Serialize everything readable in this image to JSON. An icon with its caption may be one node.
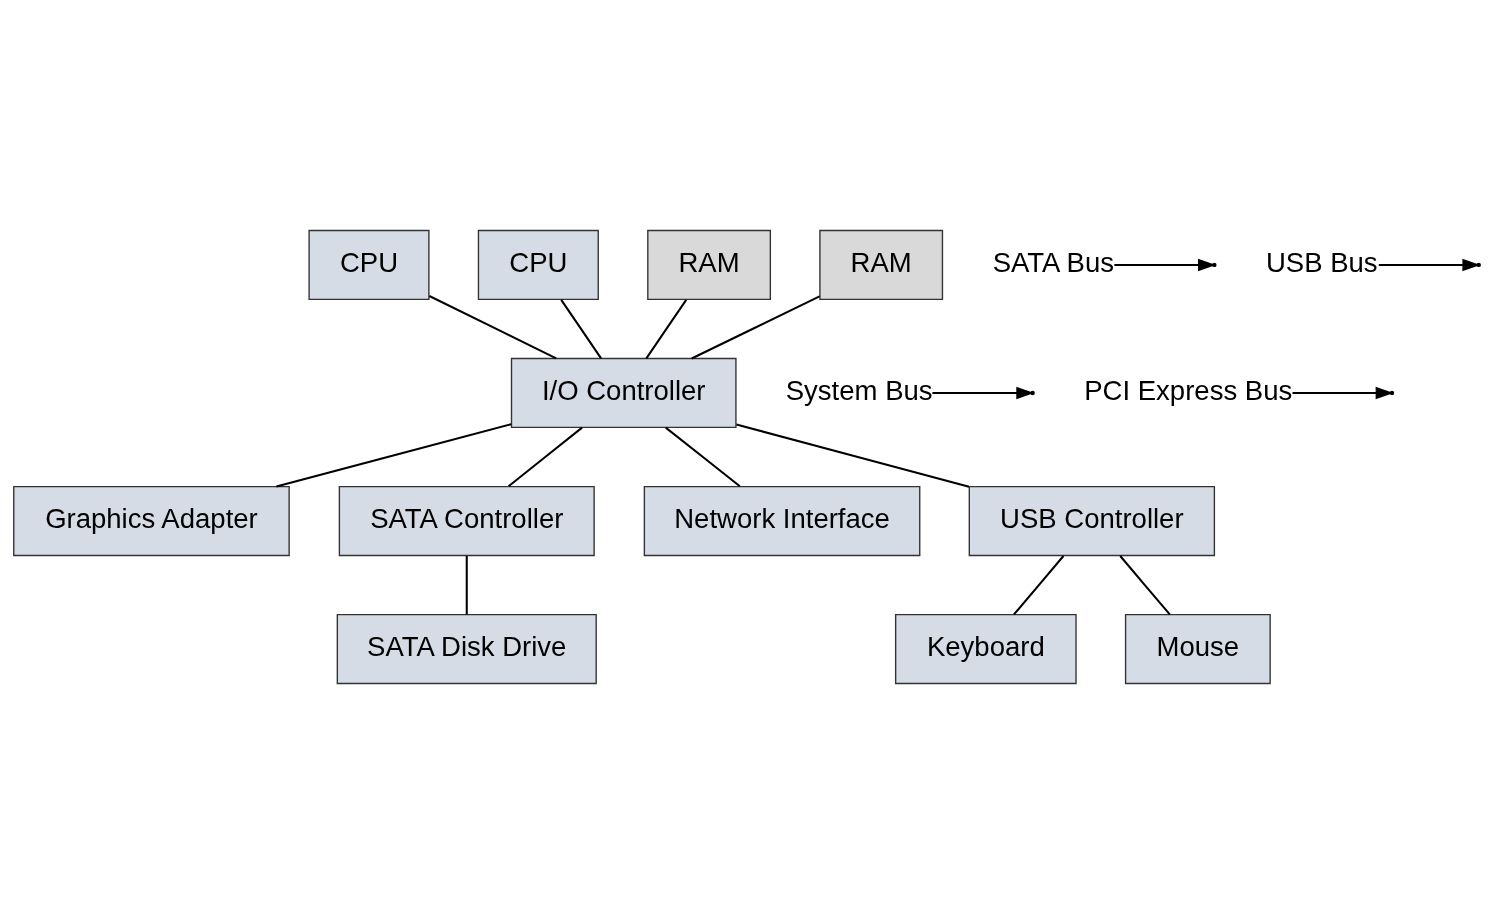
{
  "diagram": {
    "nodes": [
      {
        "text": [
          "CPU"
        ]
      },
      {
        "text": [
          "CPU"
        ]
      },
      {
        "text": [
          "RAM"
        ]
      },
      {
        "text": [
          "RAM"
        ]
      },
      {
        "text": [
          "I/O Controller"
        ]
      },
      {
        "text": [
          "Graphics Adapter"
        ]
      },
      {
        "text": [
          "SATA Controller"
        ]
      },
      {
        "text": [
          "Network Interface"
        ]
      },
      {
        "text": [
          "USB Controller"
        ]
      },
      {
        "text": [
          "SATA Disk Drive"
        ]
      },
      {
        "text": [
          "Keyboard"
        ]
      },
      {
        "text": [
          "Mouse"
        ]
      },
      {
        "text": [
          "System Bus"
        ]
      },
      {
        "text": [
          "PCI Express Bus"
        ]
      },
      {
        "text": [
          "SATA Bus"
        ]
      },
      {
        "text": [
          "USB Bus"
        ]
      }
    ],
    "edges": [
      {
        "from": 0,
        "to": 4,
        "arrow": "none"
      },
      {
        "from": 1,
        "to": 4,
        "arrow": "none"
      },
      {
        "from": 2,
        "to": 4,
        "arrow": "none"
      },
      {
        "from": 3,
        "to": 4,
        "arrow": "none"
      },
      {
        "from": 4,
        "to": 5,
        "arrow": "none"
      },
      {
        "from": 4,
        "to": 6,
        "arrow": "none"
      },
      {
        "from": 4,
        "to": 7,
        "arrow": "none"
      },
      {
        "from": 4,
        "to": 8,
        "arrow": "none"
      },
      {
        "from": 6,
        "to": 9,
        "arrow": "none"
      },
      {
        "from": 8,
        "to": 10,
        "arrow": "none"
      },
      {
        "from": 8,
        "to": 11,
        "arrow": "none"
      },
      {
        "from": 12,
        "to": null,
        "arrow": "to"
      },
      {
        "from": 13,
        "to": null,
        "arrow": "to"
      },
      {
        "from": 14,
        "to": null,
        "arrow": "to"
      },
      {
        "from": 15,
        "to": null,
        "arrow": "to"
      }
    ]
  }
}
